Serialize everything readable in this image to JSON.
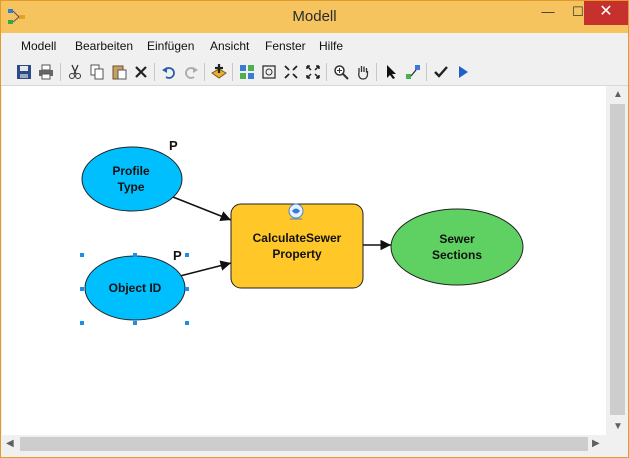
{
  "window": {
    "title": "Modell",
    "close_glyph": "✕",
    "min_glyph": "—",
    "max_glyph": "☐"
  },
  "menu": [
    "Modell",
    "Bearbeiten",
    "Einfügen",
    "Ansicht",
    "Fenster",
    "Hilfe"
  ],
  "toolbar": [
    "save-icon",
    "print-icon",
    "cut-icon",
    "copy-icon",
    "paste-icon",
    "delete-icon",
    "undo-icon",
    "redo-icon",
    "add-data-icon",
    "auto-layout-icon",
    "full-extent-icon",
    "zoom-in-fixed-icon",
    "zoom-out-fixed-icon",
    "zoom-in-icon",
    "pan-icon",
    "select-icon",
    "connect-icon",
    "validate-icon",
    "run-icon"
  ],
  "model": {
    "profile_type": {
      "line1": "Profile",
      "line2": "Type",
      "param": "P"
    },
    "object_id": {
      "label": "Object ID",
      "param": "P"
    },
    "tool": {
      "line1": "CalculateSewer",
      "line2": "Property"
    },
    "output": {
      "line1": "Sewer",
      "line2": "Sections"
    }
  },
  "colors": {
    "input": "#00bfff",
    "tool": "#ffc727",
    "output": "#5fd162",
    "titlebar": "#f6c45f"
  }
}
